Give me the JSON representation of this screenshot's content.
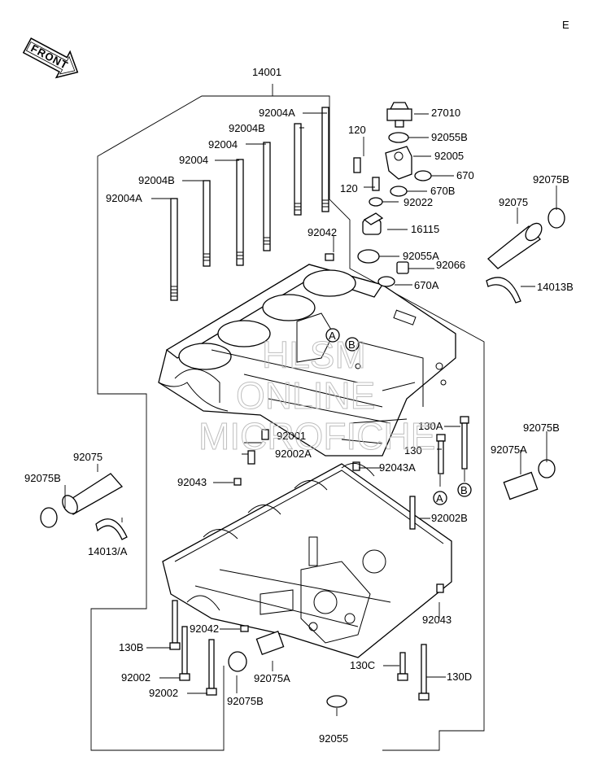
{
  "page_code": "E",
  "front_label": "FRONT",
  "watermark": [
    "HLSM",
    "ONLINE",
    "MICROFICHE"
  ],
  "callouts": {
    "c14001": "14001",
    "c27010": "27010",
    "c92004A_top": "92004A",
    "c120_top": "120",
    "c92055B": "92055B",
    "c92004B_top": "92004B",
    "c92004_a": "92004",
    "c92005": "92005",
    "c92004_b": "92004",
    "c670": "670",
    "c92004B": "92004B",
    "c120_mid": "120",
    "c670B": "670B",
    "c92004A": "92004A",
    "c92022": "92022",
    "c92075B_r1": "92075B",
    "c92075_r": "92075",
    "c16115": "16115",
    "c92042_top": "92042",
    "c92055A": "92055A",
    "c92066": "92066",
    "c670A": "670A",
    "c14013B": "14013B",
    "c130A": "130A",
    "c92001": "92001",
    "c92002A": "92002A",
    "c130": "130",
    "c92075B_r2": "92075B",
    "c92075A_r": "92075A",
    "c92075_l": "92075",
    "c92043A": "92043A",
    "c92043_top": "92043",
    "c92075B_l": "92075B",
    "c92002B": "92002B",
    "c14013A": "14013/A",
    "c92043_right": "92043",
    "c92042_low": "92042",
    "c130B": "130B",
    "c92002_a": "92002",
    "c92075A_low": "92075A",
    "c130C": "130C",
    "c130D": "130D",
    "c92002_b": "92002",
    "c92075B_low": "92075B",
    "c92055": "92055"
  },
  "ref_marks": {
    "A_upper": "A",
    "B_upper": "B",
    "A_lower": "A",
    "B_lower": "B"
  }
}
